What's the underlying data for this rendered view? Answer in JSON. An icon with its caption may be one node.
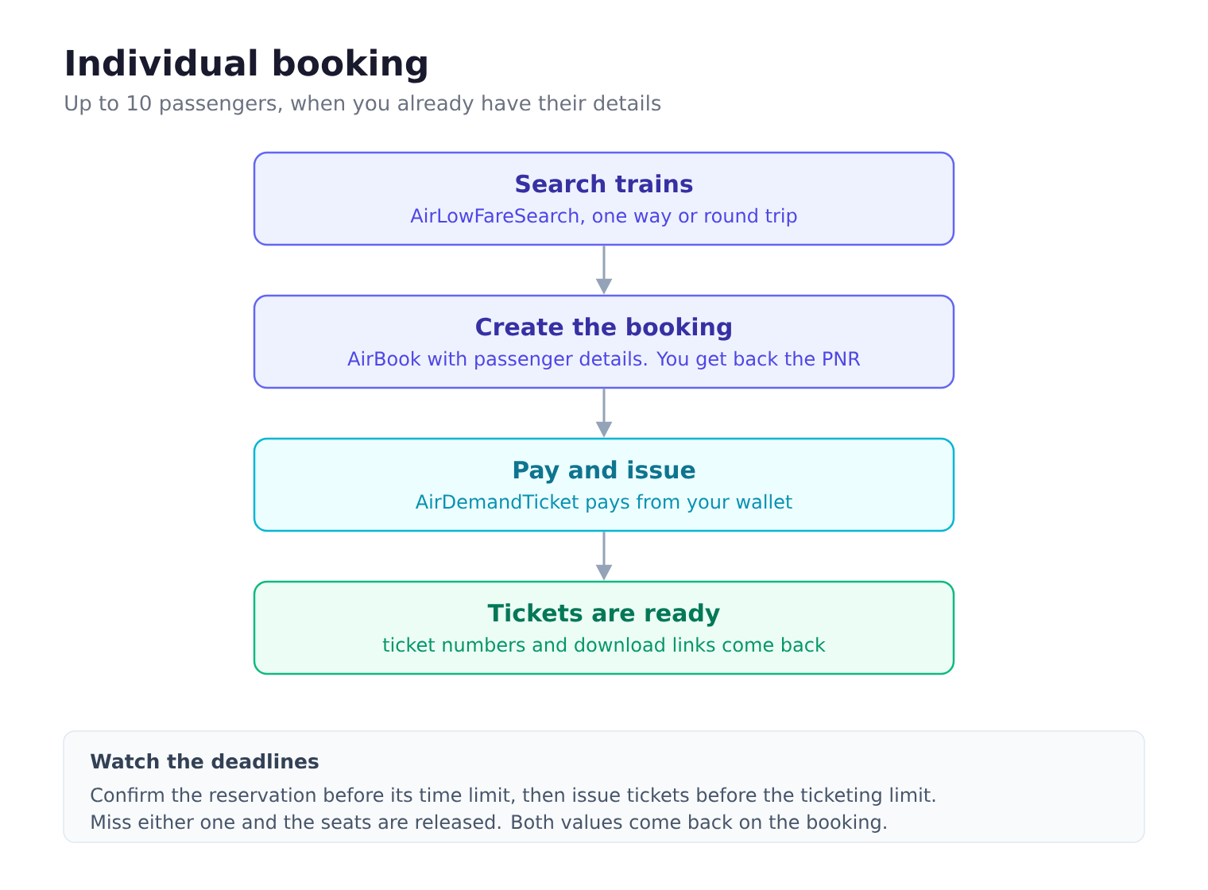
{
  "diagram": {
    "title": "Individual booking",
    "labels": [
      "Up to 10 passengers, when you already have their details"
    ],
    "nodes": [
      {
        "text": [
          "Search trains",
          "AirLowFareSearch, one way or round trip"
        ]
      },
      {
        "text": [
          "Create the booking",
          "AirBook with passenger details. You get back the PNR"
        ]
      },
      {
        "text": [
          "Pay and issue",
          "AirDemandTicket pays from your wallet"
        ]
      },
      {
        "text": [
          "Tickets are ready",
          "ticket numbers and download links come back"
        ]
      },
      {
        "text": [
          "Watch the deadlines",
          "Confirm the reservation before its time limit, then issue tickets before the ticketing limit.",
          "Miss either one and the seats are released. Both values come back on the booking."
        ]
      }
    ],
    "edges": [
      {
        "from": 0,
        "to": 1,
        "arrow": "to"
      },
      {
        "from": 1,
        "to": 2,
        "arrow": "to"
      },
      {
        "from": 2,
        "to": 3,
        "arrow": "to"
      }
    ]
  }
}
